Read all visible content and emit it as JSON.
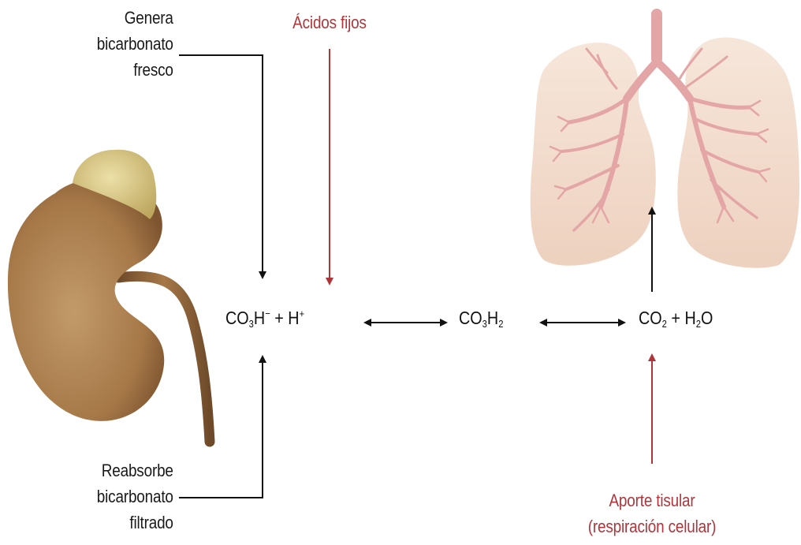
{
  "labels": {
    "genera": [
      "Genera",
      "bicarbonato",
      "fresco"
    ],
    "reabsorbe": [
      "Reabsorbe",
      "bicarbonato",
      "filtrado"
    ],
    "acidos": "Ácidos fijos",
    "aporte": [
      "Aporte tisular",
      "(respiración celular)"
    ]
  },
  "equation": {
    "left": {
      "a": "CO",
      "a_sub": "3",
      "b": "H",
      "b_sup": "−",
      "plus": " + ",
      "c": "H",
      "c_sup": "+"
    },
    "middle": {
      "a": "CO",
      "a_sub": "3",
      "b": "H",
      "b_sub": "2"
    },
    "right": {
      "a": "CO",
      "a_sub": "2",
      "plus": " + ",
      "b": "H",
      "b_sub": "2",
      "c": "O"
    }
  },
  "colors": {
    "text": "#1a1a1a",
    "accent_red": "#b0353b",
    "kidney": "#a67848",
    "adrenal": "#d8c885",
    "lung": "#f3dccd",
    "bronchi": "#e3a5a5"
  },
  "icons": [
    "kidney-illustration",
    "lungs-illustration"
  ]
}
